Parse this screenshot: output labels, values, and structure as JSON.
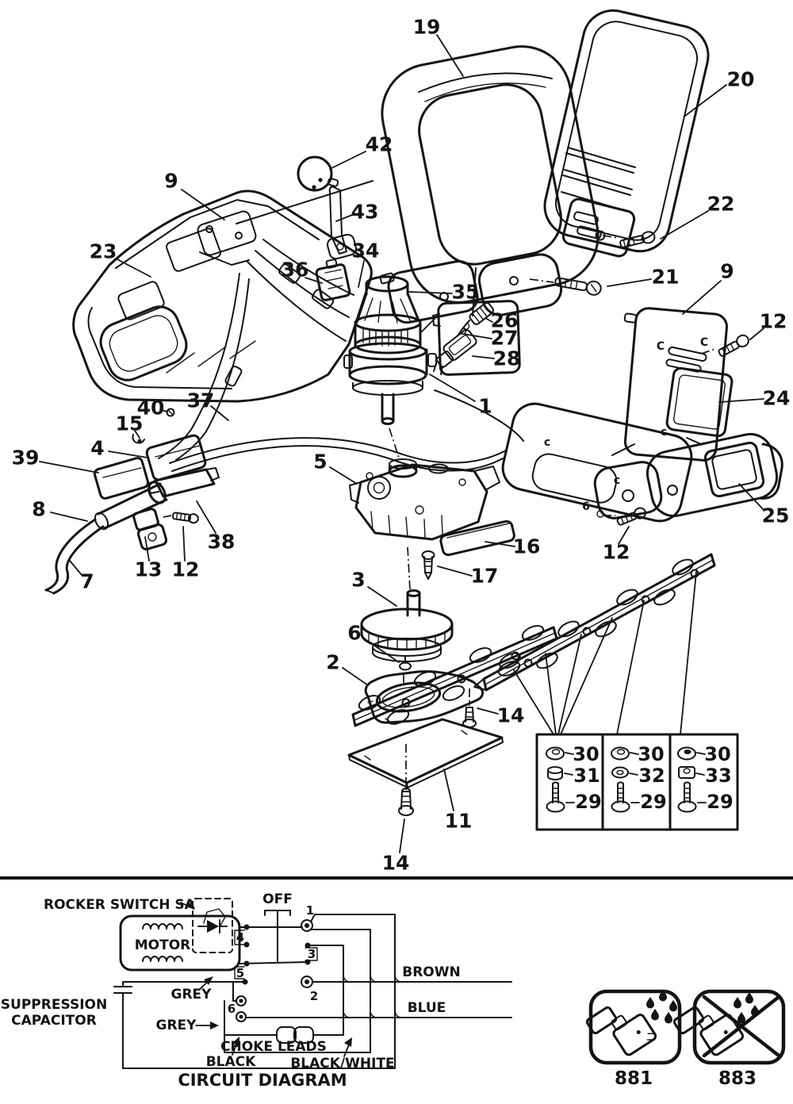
{
  "page": {
    "bg": "#ffffff",
    "ink": "#141414"
  },
  "exploded": {
    "callouts": {
      "c19": "19",
      "c20": "20",
      "c42": "42",
      "c43": "43",
      "c9l": "9",
      "c23": "23",
      "c36": "36",
      "c34": "34",
      "c35": "35",
      "c26": "26",
      "c27": "27",
      "c28": "28",
      "c22": "22",
      "c21": "21",
      "c9r": "9",
      "c12a": "12",
      "c24": "24",
      "c25": "25",
      "c12b": "12",
      "c1": "1",
      "c40": "40",
      "c37": "37",
      "c15": "15",
      "c4": "4",
      "c39": "39",
      "c8": "8",
      "c5": "5",
      "c16": "16",
      "c17": "17",
      "c3": "3",
      "c13": "13",
      "c12c": "12",
      "c38": "38",
      "c7": "7",
      "c6": "6",
      "c2": "2",
      "c14a": "14",
      "c11": "11",
      "c14b": "14"
    },
    "housing_marks": {
      "m1": "C",
      "m2": "C",
      "m3": "c",
      "m4": "c",
      "m5": "c",
      "m6": "6"
    }
  },
  "parts_table": {
    "col1": {
      "r1": "30",
      "r2": "31",
      "r3": "29"
    },
    "col2": {
      "r1": "30",
      "r2": "32",
      "r3": "29"
    },
    "col3": {
      "r1": "30",
      "r2": "33",
      "r3": "29"
    }
  },
  "circuit": {
    "rocker_label": "ROCKER SWITCH SA",
    "off_label": "OFF",
    "motor_label": "MOTOR",
    "terminals": {
      "t1": "1",
      "t2": "2",
      "t3": "3",
      "t4": "4",
      "t5": "5",
      "t6": "6"
    },
    "grey_upper": "GREY",
    "grey_lower": "GREY",
    "suppression_line1": "SUPPRESSION",
    "suppression_line2": "CAPACITOR",
    "brown_label": "BROWN",
    "blue_label": "BLUE",
    "choke_label": "CHOKE LEADS",
    "black_label": "BLACK",
    "black_white_label": "BLACK/WHITE",
    "caption": "CIRCUIT DIAGRAM"
  },
  "lubrication": {
    "oil_ok": "881",
    "oil_no": "883"
  }
}
